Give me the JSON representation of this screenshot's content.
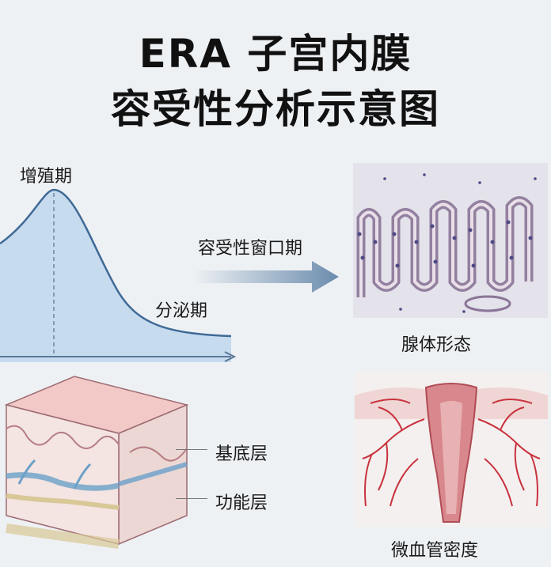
{
  "title": {
    "line1": "ERA 子宫内膜",
    "line2": "容受性分析示意图"
  },
  "curve": {
    "peak_label": "增殖期",
    "tail_label": "分泌期"
  },
  "arrow": {
    "label": "容受性窗口期"
  },
  "micro": {
    "gland_caption": "腺体形态",
    "vessel_caption": "微血管密度"
  },
  "tissue": {
    "basal_label": "基底层",
    "functional_label": "功能层"
  }
}
